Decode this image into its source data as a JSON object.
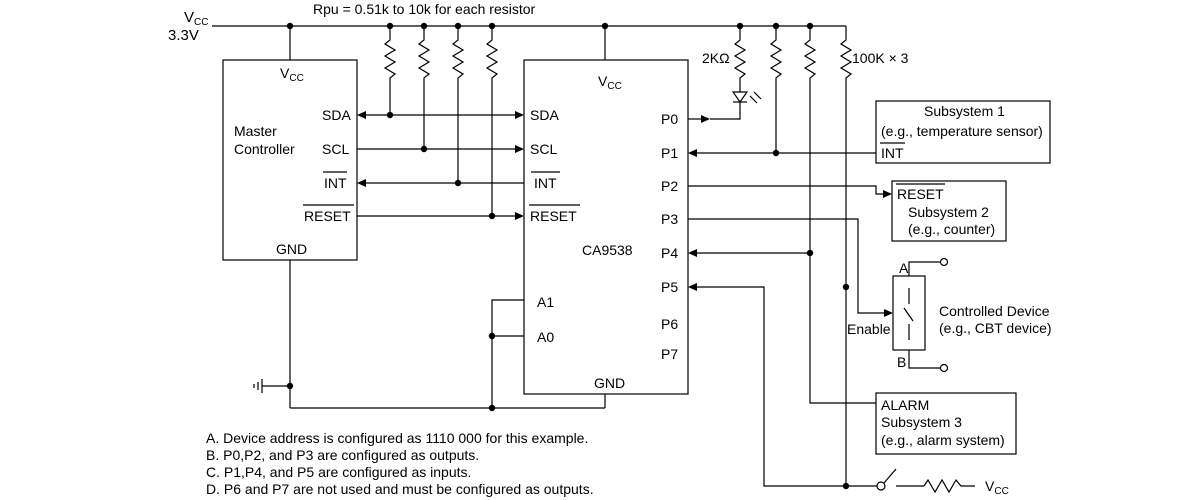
{
  "supply": {
    "vcc_main": "V",
    "vcc_sub": "CC",
    "voltage": "3.3V"
  },
  "pullup_note": "Rpu = 0.51k to 10k for each resistor",
  "led_resistor_label": "2KΩ",
  "pullup_3_label": "100K × 3",
  "master": {
    "vcc_main": "V",
    "vcc_sub": "CC",
    "name_line1": "Master",
    "name_line2": "Controller",
    "pins": {
      "sda": "SDA",
      "scl": "SCL",
      "int": "INT",
      "reset": "RESET",
      "gnd": "GND"
    }
  },
  "chip": {
    "vcc_main": "V",
    "vcc_sub": "CC",
    "name": "CA9538",
    "left_pins": {
      "sda": "SDA",
      "scl": "SCL",
      "int": "INT",
      "reset": "RESET",
      "a1": "A1",
      "a0": "A0"
    },
    "right_pins": {
      "p0": "P0",
      "p1": "P1",
      "p2": "P2",
      "p3": "P3",
      "p4": "P4",
      "p5": "P5",
      "p6": "P6",
      "p7": "P7"
    },
    "gnd": "GND"
  },
  "subsystem1": {
    "title": "Subsystem 1",
    "desc": "(e.g., temperature sensor)",
    "pin": "INT"
  },
  "subsystem2": {
    "pin": "RESET",
    "title": "Subsystem 2",
    "desc": "(e.g., counter)"
  },
  "controlled_device": {
    "terminal_a": "A",
    "terminal_b": "B",
    "enable": "Enable",
    "title": "Controlled Device",
    "desc": "(e.g., CBT device)"
  },
  "subsystem3": {
    "pin": "ALARM",
    "title": "Subsystem 3",
    "desc": "(e.g., alarm system)"
  },
  "bottom_vcc": {
    "main": "V",
    "sub": "CC"
  },
  "notes": [
    "A. Device address is configured as 1110 000 for this example.",
    "B. P0,P2, and P3 are configured as outputs.",
    "C. P1,P4, and P5 are configured as inputs.",
    "D. P6 and P7 are not used and must be configured as outputs."
  ]
}
